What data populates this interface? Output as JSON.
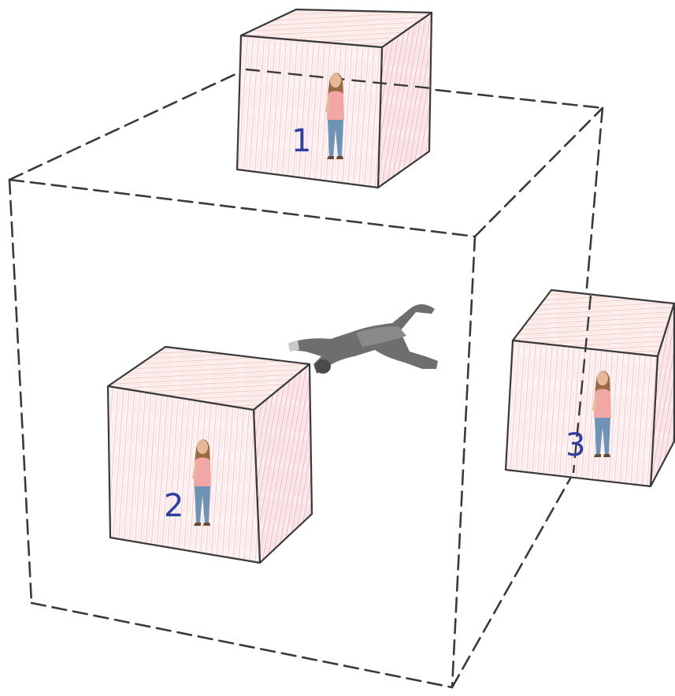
{
  "boxes": [
    {
      "label": "1"
    },
    {
      "label": "2"
    },
    {
      "label": "3"
    }
  ],
  "colors": {
    "box_face": "#fdf2f3",
    "box_hatch": "#f1b9bd",
    "box_outline": "#3a3a3a",
    "dashed_cube": "#3a3a3a",
    "number": "#2e3f9e",
    "person_shirt": "#f2a7a6",
    "person_jeans": "#6f93b5",
    "person_hair": "#9b6a3f",
    "falling_person": "#6e6e6e"
  }
}
